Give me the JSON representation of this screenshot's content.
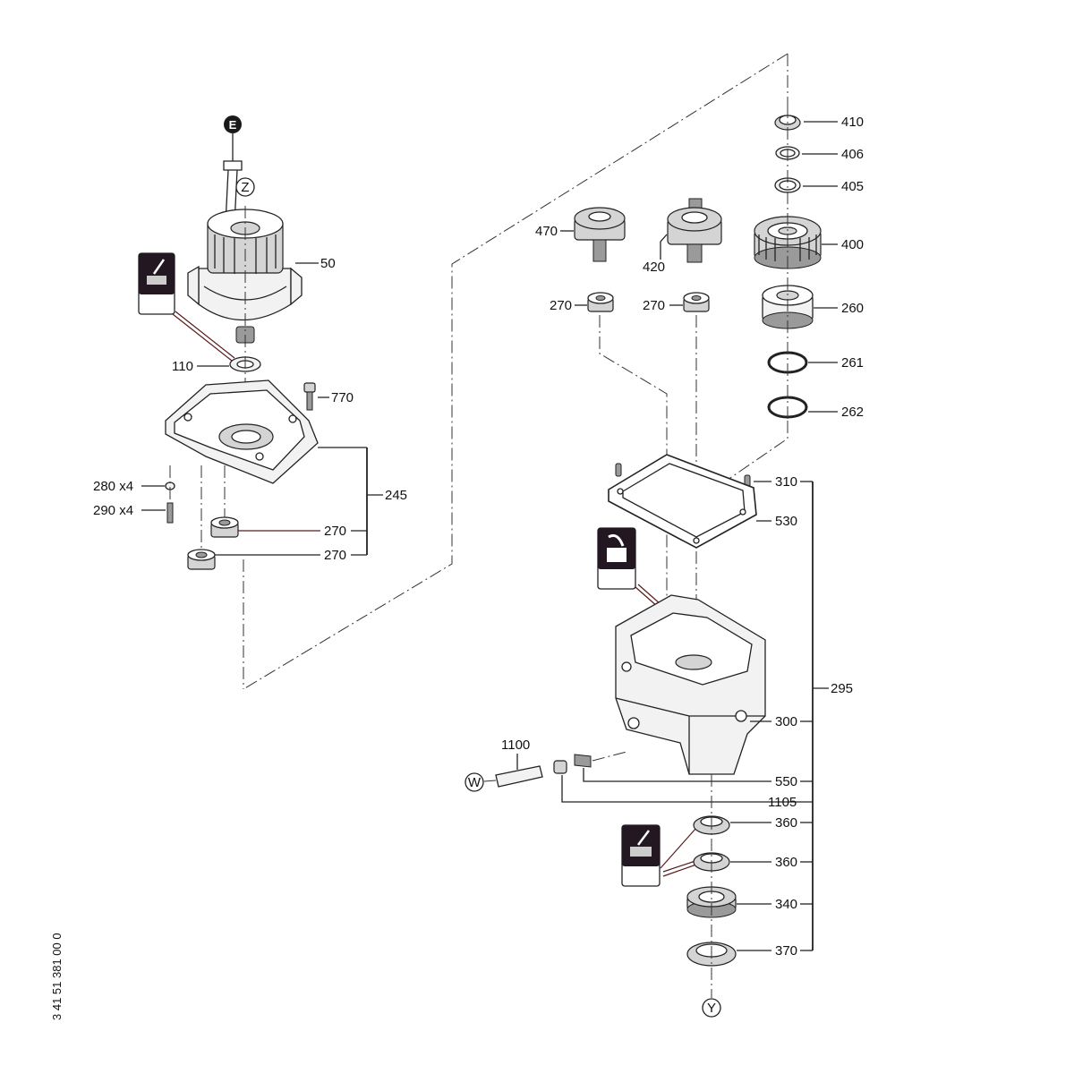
{
  "doc_number": "3 41 51 381 00 0",
  "markers": {
    "E": "E",
    "Z": "Z",
    "W": "W",
    "Y": "Y"
  },
  "labels": {
    "p410": "410",
    "p406": "406",
    "p405": "405",
    "p400": "400",
    "p470": "470",
    "p420": "420",
    "p270a": "270",
    "p270b": "270",
    "p260": "260",
    "p261": "261",
    "p262": "262",
    "p50": "50",
    "p110": "110",
    "p770": "770",
    "p245": "245",
    "p280": "280 x4",
    "p290": "290 x4",
    "p270c": "270",
    "p270d": "270",
    "p310": "310",
    "p530": "530",
    "p295": "295",
    "p300": "300",
    "p1100": "1100",
    "p550": "550",
    "p1105": "1105",
    "p360a": "360",
    "p360b": "360",
    "p340": "340",
    "p370": "370"
  },
  "icons": [
    "grease-icon",
    "sealant-icon",
    "grease-icon"
  ]
}
